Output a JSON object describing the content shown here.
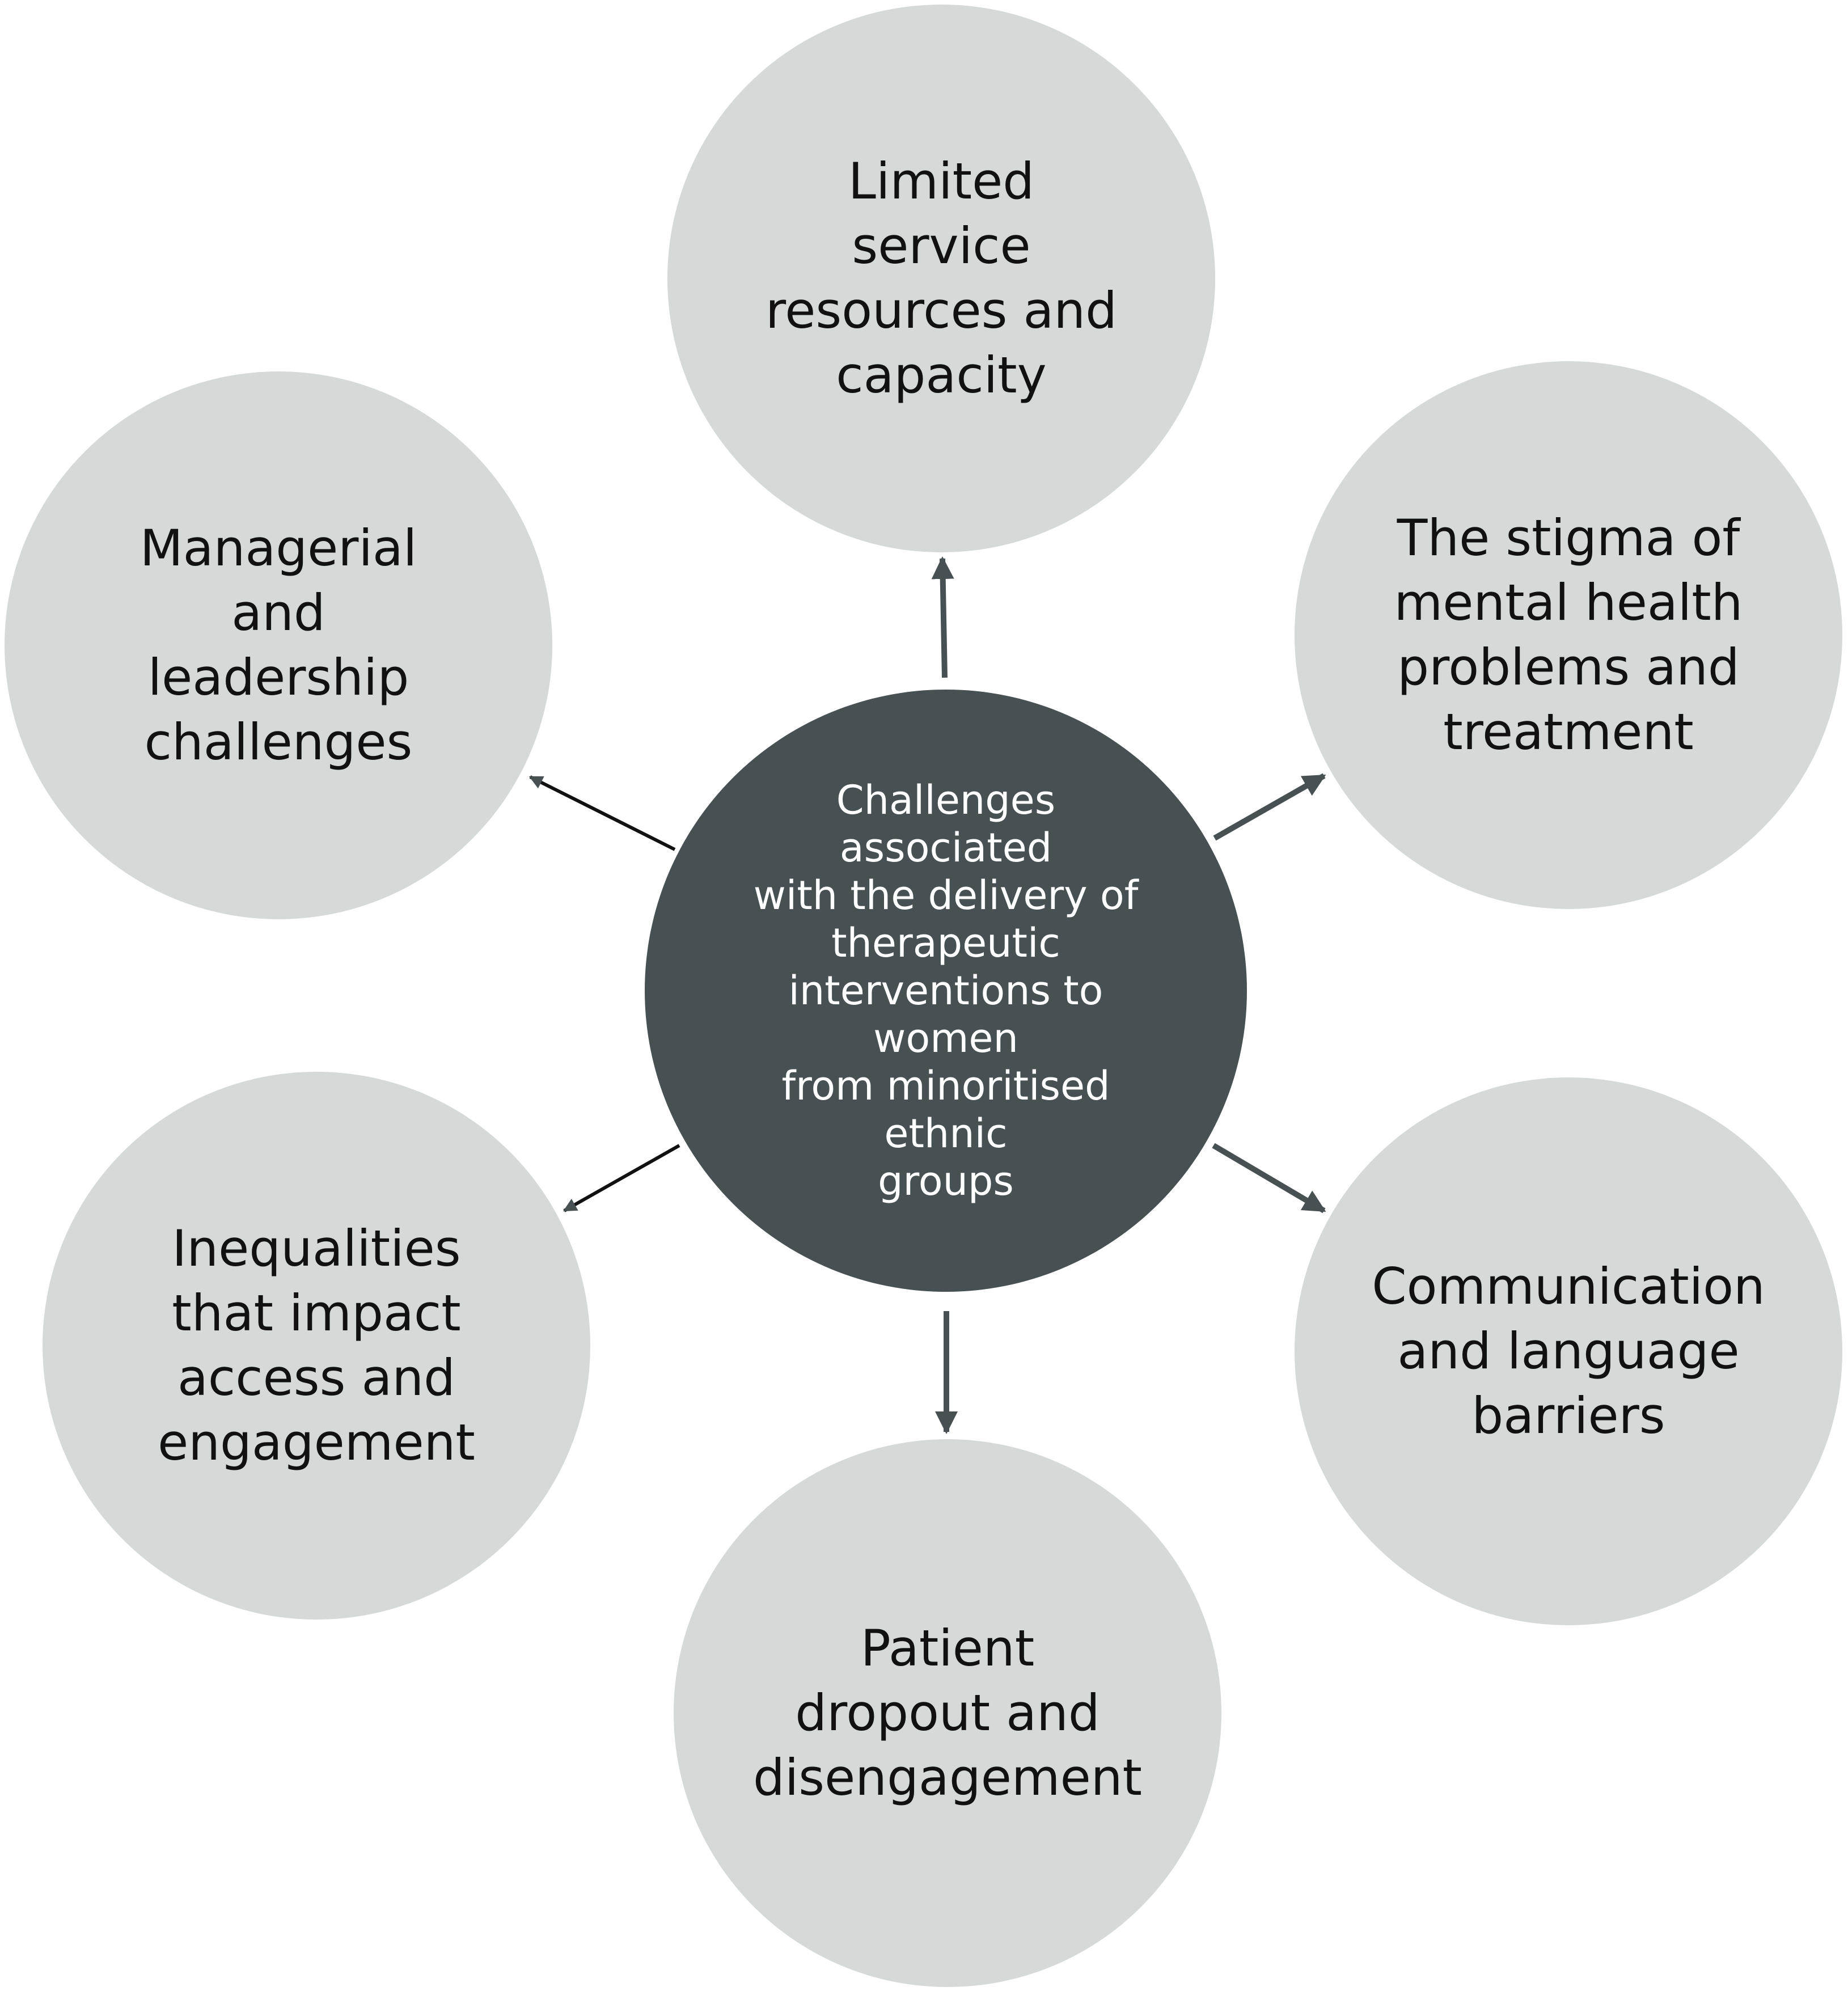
{
  "diagram": {
    "center": {
      "label": "Challenges associated\nwith the delivery of\ntherapeutic\ninterventions to women\nfrom minoritised ethnic\ngroups"
    },
    "nodes": [
      {
        "id": "top",
        "label": "Limited service\nresources and\ncapacity"
      },
      {
        "id": "upper-right",
        "label": "The stigma of\nmental health\nproblems and\ntreatment"
      },
      {
        "id": "lower-right",
        "label": "Communication\nand language\nbarriers"
      },
      {
        "id": "bottom",
        "label": "Patient\ndropout and\ndisengagement"
      },
      {
        "id": "lower-left",
        "label": "Inequalities\nthat impact\naccess and\nengagement"
      },
      {
        "id": "upper-left",
        "label": "Managerial and\nleadership\nchallenges"
      }
    ],
    "colors": {
      "outer_fill": "#d5d9d8",
      "center_fill": "#475052",
      "arrow": "#475052",
      "outer_text": "#111111",
      "center_text": "#ffffff"
    }
  }
}
